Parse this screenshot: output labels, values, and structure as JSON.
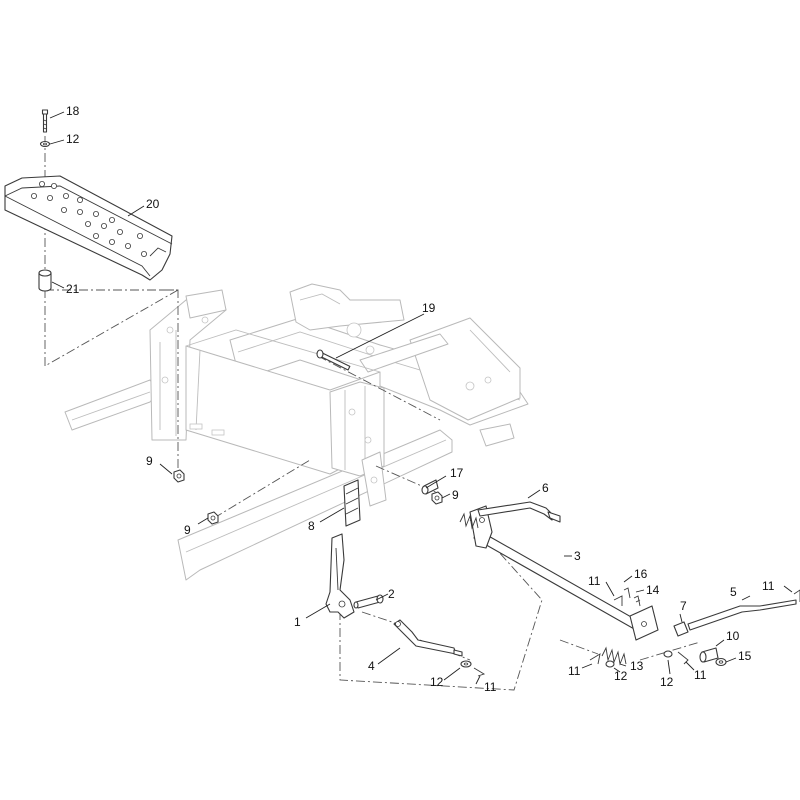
{
  "diagram": {
    "callouts": {
      "c1": "1",
      "c2": "2",
      "c3": "3",
      "c4": "4",
      "c5": "5",
      "c6": "6",
      "c7": "7",
      "c8": "8",
      "c9a": "9",
      "c9b": "9",
      "c9c": "9",
      "c10": "10",
      "c11a": "11",
      "c11b": "11",
      "c11c": "11",
      "c11d": "11",
      "c11e": "11",
      "c12a": "12",
      "c12b": "12",
      "c12c": "12",
      "c12d": "12",
      "c13": "13",
      "c14": "14",
      "c15": "15",
      "c16": "16",
      "c17": "17",
      "c18": "18",
      "c19": "19",
      "c20": "20",
      "c21": "21"
    }
  }
}
